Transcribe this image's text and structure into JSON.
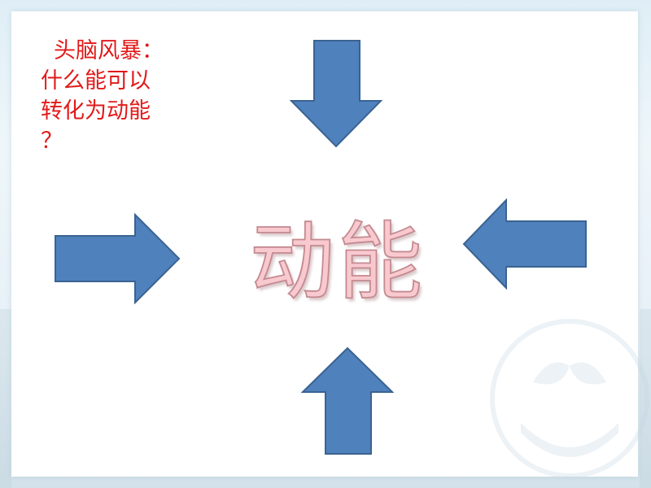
{
  "brainstorm": {
    "line1": "头脑风暴：",
    "line2": "什么能可以",
    "line3": "转化为动能",
    "line4": "？",
    "color": "#e11a1a"
  },
  "center": {
    "word": "动能",
    "fill_color": "#f8c9cf",
    "stroke_color": "#c48a90"
  },
  "arrows": {
    "fill_color": "#4f81bd",
    "stroke_color": "#3a6391",
    "directions": [
      "down",
      "left",
      "up",
      "right"
    ]
  }
}
